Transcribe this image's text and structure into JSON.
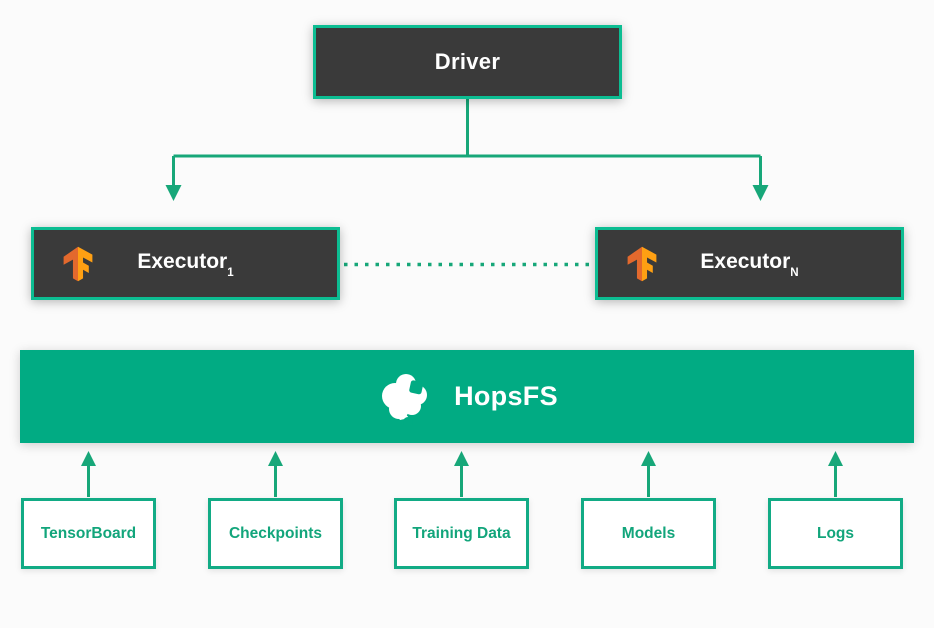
{
  "nodes": {
    "driver": {
      "label": "Driver"
    },
    "executors": [
      {
        "label": "Executor",
        "subscript": "1",
        "icon": "tensorflow-logo"
      },
      {
        "label": "Executor",
        "subscript": "N",
        "icon": "tensorflow-logo"
      }
    ],
    "storage": {
      "label": "HopsFS",
      "icon": "hops-logo"
    },
    "stores": [
      {
        "label": "TensorBoard"
      },
      {
        "label": "Checkpoints"
      },
      {
        "label": "Training Data"
      },
      {
        "label": "Models"
      },
      {
        "label": "Logs"
      }
    ]
  },
  "colors": {
    "bar_green": "#01ab83",
    "border_green": "#0cbd92",
    "line_green": "#17a779",
    "store_border_green": "#12ab85",
    "store_text_green": "#12a57b",
    "dark_box": "#3a3a3a",
    "text_white": "#ffffff",
    "tf_orange_dark": "#e3692d",
    "tf_orange_light": "#ffa013",
    "background": "#fbfbfb"
  }
}
